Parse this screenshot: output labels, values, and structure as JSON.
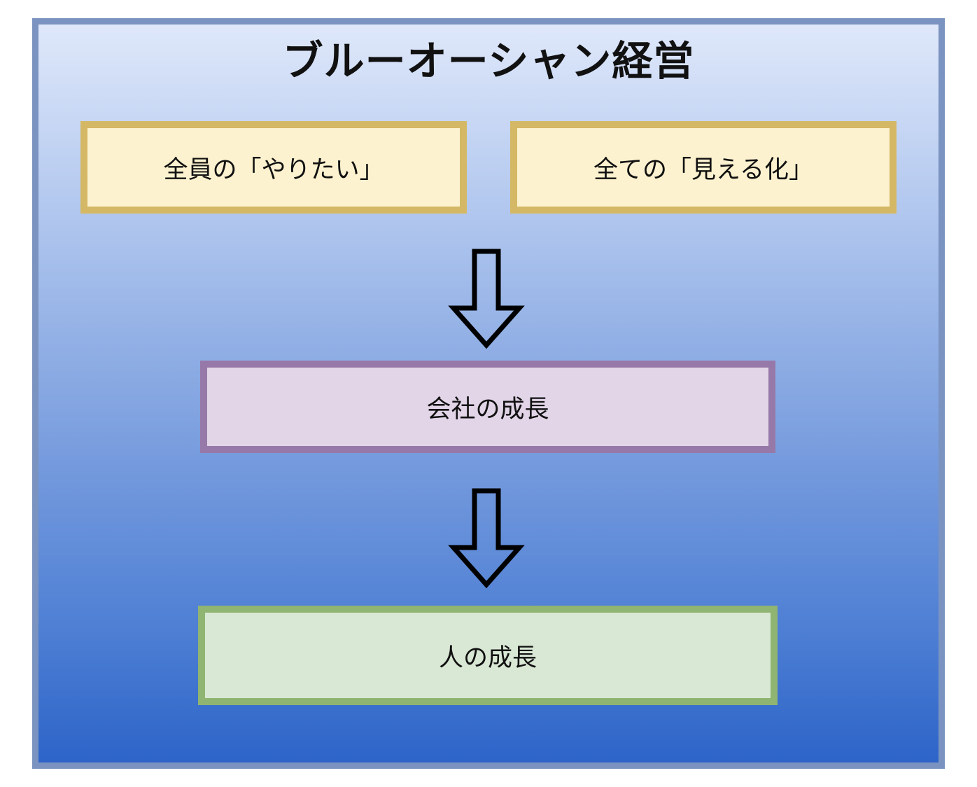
{
  "diagram": {
    "title": "ブルーオーシャン経営",
    "top_left_box": "全員の「やりたい」",
    "top_right_box": "全ての「見える化」",
    "middle_box": "会社の成長",
    "bottom_box": "人の成長"
  },
  "colors": {
    "frame_border": "#7b93c0",
    "yellow_fill": "#fdf2cf",
    "yellow_border": "#d4b865",
    "purple_fill": "#e2d5e8",
    "purple_border": "#9679a8",
    "green_fill": "#d9e8d5",
    "green_border": "#90b471"
  }
}
